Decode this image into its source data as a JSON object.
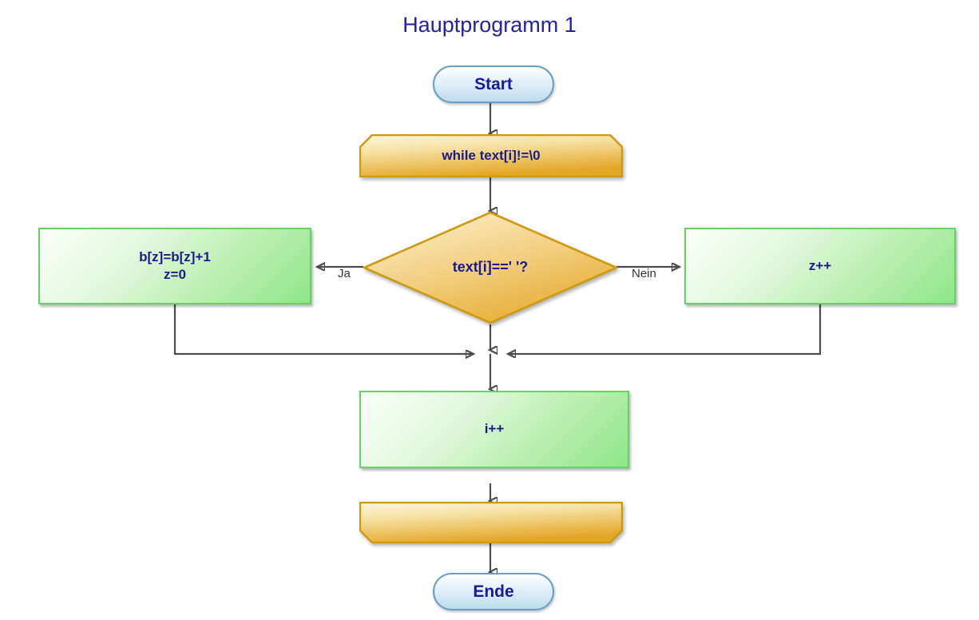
{
  "diagram": {
    "title": "Hauptprogramm 1",
    "type": "flowchart",
    "language": "de",
    "colors": {
      "text": "#1a1a8c",
      "title": "#2323a0",
      "terminator_fill": "#cfe6f4",
      "terminator_border": "#6a9ec4",
      "process_fill": "#b6eeab",
      "process_border": "#63d463",
      "loop_fill": "#eec34a",
      "loop_border": "#cf9a12",
      "decision_fill": "#f0c964",
      "decision_border": "#cf9a12",
      "connector": "#4d4d4d"
    },
    "nodes": [
      {
        "id": "start",
        "shape": "terminator",
        "label": "Start"
      },
      {
        "id": "while",
        "shape": "loop-header",
        "label": "while text[i]!=\\0"
      },
      {
        "id": "decision",
        "shape": "decision",
        "label": "text[i]==' '?"
      },
      {
        "id": "count",
        "shape": "process",
        "label": "b[z]=b[z]+1\nz=0"
      },
      {
        "id": "zinc",
        "shape": "process",
        "label": "z++"
      },
      {
        "id": "iinc",
        "shape": "process",
        "label": "i++"
      },
      {
        "id": "loopend",
        "shape": "loop-footer",
        "label": ""
      },
      {
        "id": "ende",
        "shape": "terminator",
        "label": "Ende"
      }
    ],
    "edge_labels": {
      "yes": "Ja",
      "no": "Nein"
    }
  }
}
